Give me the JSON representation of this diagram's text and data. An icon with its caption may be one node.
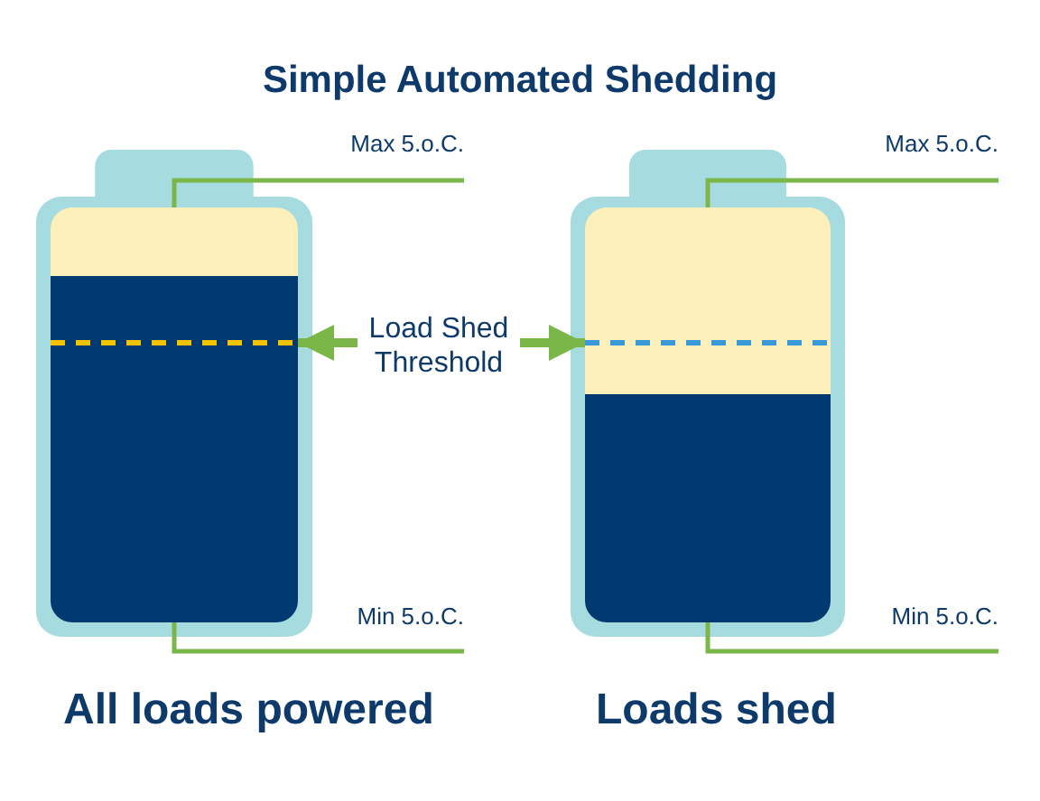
{
  "diagram": {
    "title": "Simple Automated Shedding",
    "nodes": [
      {
        "text": [],
        "shape": "battery",
        "beside": [
          "All loads powered"
        ]
      },
      {
        "text": [
          "Max 5.o.C."
        ]
      },
      {
        "text": [
          "Min 5.o.C."
        ]
      },
      {
        "text": [
          "Load Shed Threshold"
        ]
      },
      {
        "text": [],
        "shape": "battery",
        "beside": [
          "Loads shed"
        ]
      },
      {
        "text": [
          "Max 5.o.C."
        ]
      },
      {
        "text": [
          "Min 5.o.C."
        ]
      }
    ],
    "edges": [
      {
        "from": 1,
        "to": 0,
        "arrow": "none"
      },
      {
        "from": 2,
        "to": 0,
        "arrow": "none"
      },
      {
        "from": 3,
        "to": 0,
        "arrow": "to",
        "style": "thick"
      },
      {
        "from": 3,
        "to": 4,
        "arrow": "to",
        "style": "thick"
      },
      {
        "from": 5,
        "to": 4,
        "arrow": "none"
      },
      {
        "from": 6,
        "to": 4,
        "arrow": "none"
      }
    ]
  }
}
